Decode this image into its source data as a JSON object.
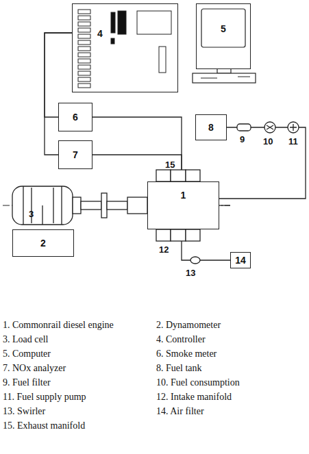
{
  "diagram": {
    "nodes": [
      {
        "text": [
          "4"
        ]
      },
      {
        "text": [
          "5"
        ]
      },
      {
        "text": [
          "6"
        ]
      },
      {
        "text": [
          "8"
        ]
      },
      {
        "text": [
          "7"
        ]
      },
      {
        "text": [
          "1"
        ]
      },
      {
        "text": [
          "2"
        ]
      },
      {
        "text": [
          "14"
        ]
      }
    ],
    "edges": [
      {
        "from": 0,
        "to": 2,
        "arrow": "none"
      },
      {
        "from": 0,
        "to": 4,
        "arrow": "none"
      },
      {
        "from": 2,
        "to": 5,
        "arrow": "none"
      },
      {
        "from": 4,
        "to": 5,
        "arrow": "none"
      },
      {
        "from": 3,
        "to": 5,
        "arrow": "none"
      },
      {
        "from": 5,
        "to": 7,
        "arrow": "none"
      }
    ],
    "labels": [
      "3",
      "9",
      "10",
      "11",
      "12",
      "13",
      "15",
      "1. Commonrail diesel engine",
      "2. Dynamometer",
      "3. Load cell",
      "4. Controller",
      "5. Computer",
      "6. Smoke meter",
      "7. NOx analyzer",
      "8. Fuel tank",
      "9. Fuel filter",
      "10. Fuel consumption",
      "11. Fuel supply pump",
      "12. Intake manifold",
      "13. Swirler",
      "14. Air filter",
      "15. Exhaust manifold"
    ]
  }
}
